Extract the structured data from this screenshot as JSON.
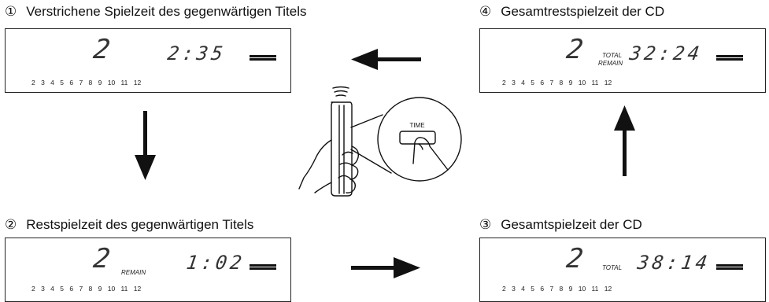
{
  "captions": [
    {
      "num": "①",
      "text": "Verstrichene Spielzeit des gegenwärtigen Titels"
    },
    {
      "num": "②",
      "text": "Restspielzeit des gegenwärtigen Titels"
    },
    {
      "num": "③",
      "text": "Gesamtspielzeit der CD"
    },
    {
      "num": "④",
      "text": "Gesamtrestspielzeit der CD"
    }
  ],
  "displays": {
    "d1": {
      "track": "2",
      "label": "",
      "time": "2:35"
    },
    "d2": {
      "track": "2",
      "label": "REMAIN",
      "time": "1:02"
    },
    "d3": {
      "track": "2",
      "label": "TOTAL",
      "time": "38:14"
    },
    "d4": {
      "track": "2",
      "label1": "TOTAL",
      "label2": "REMAIN",
      "time": "32:24"
    }
  },
  "track_numbers": "2 3 4 5 6 7 8 9 10 11 12",
  "button_label": "TIME"
}
